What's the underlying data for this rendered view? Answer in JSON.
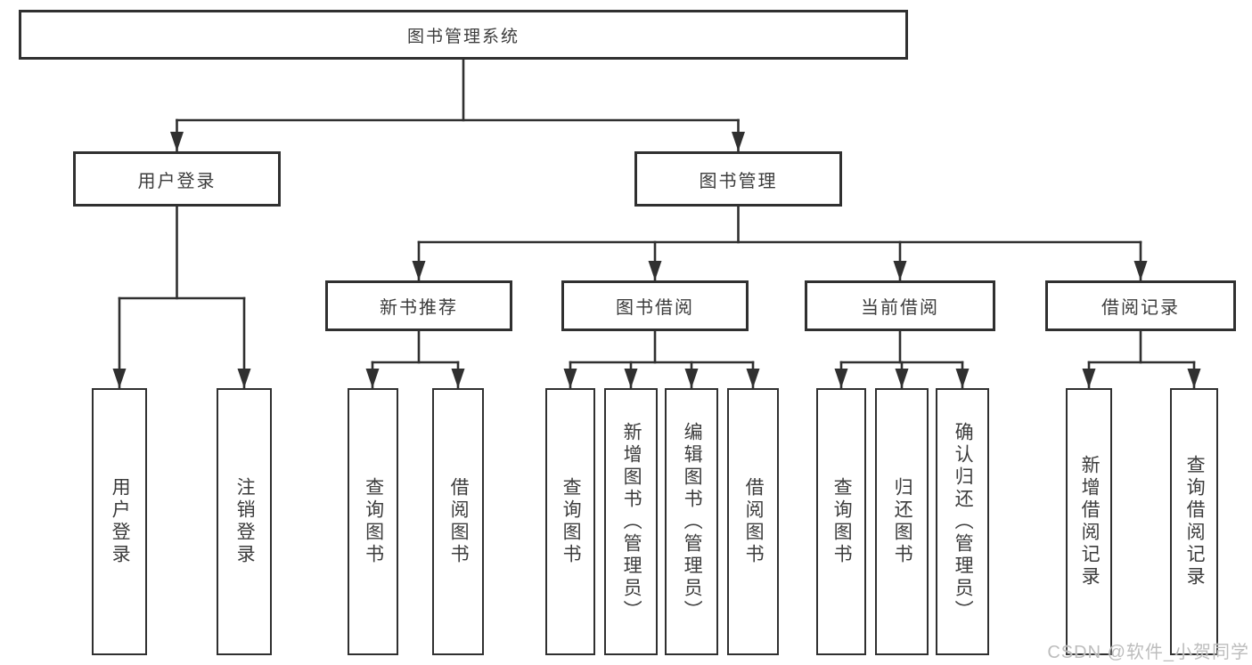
{
  "colors": {
    "line_color": "#303030",
    "text_color": "#3c3c3c",
    "watermark_color": "#bdbdbd",
    "bg_color": "#ffffff"
  },
  "watermark": {
    "text": "CSDN @软件_小贺同学"
  },
  "tree": {
    "root": {
      "label": "图书管理系统"
    },
    "children": [
      {
        "label": "用户登录",
        "children": [
          {
            "label": "用户登录"
          },
          {
            "label": "注销登录"
          }
        ]
      },
      {
        "label": "图书管理",
        "children": [
          {
            "label": "新书推荐",
            "children": [
              {
                "label": "查询图书"
              },
              {
                "label": "借阅图书"
              }
            ]
          },
          {
            "label": "图书借阅",
            "children": [
              {
                "label": "查询图书"
              },
              {
                "label": "新增图书（管理员）"
              },
              {
                "label": "编辑图书（管理员）"
              },
              {
                "label": "借阅图书"
              }
            ]
          },
          {
            "label": "当前借阅",
            "children": [
              {
                "label": "查询图书"
              },
              {
                "label": "归还图书"
              },
              {
                "label": "确认归还（管理员）"
              }
            ]
          },
          {
            "label": "借阅记录",
            "children": [
              {
                "label": "新增借阅记录"
              },
              {
                "label": "查询借阅记录"
              }
            ]
          }
        ]
      }
    ]
  }
}
